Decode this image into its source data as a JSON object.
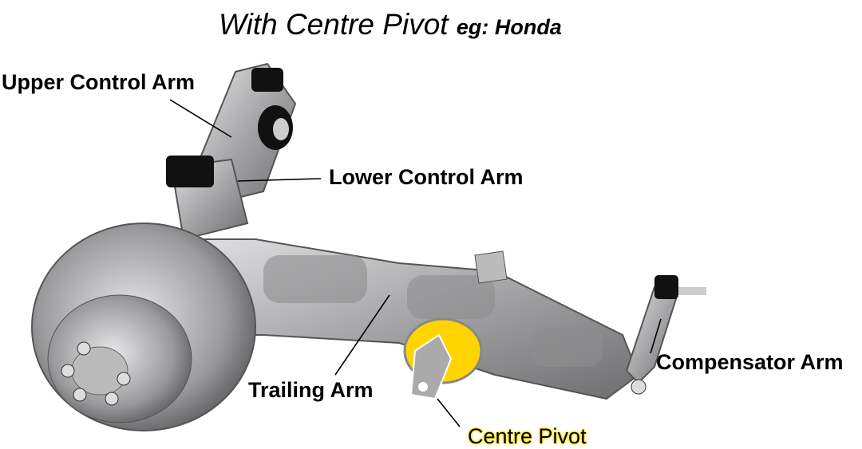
{
  "subtitle": {
    "main": "With Centre Pivot",
    "example": "eg: Honda"
  },
  "labels": {
    "upper_control_arm": "Upper Control Arm",
    "lower_control_arm": "Lower Control Arm",
    "trailing_arm": "Trailing Arm",
    "compensator_arm": "Compensator Arm",
    "centre_pivot": "Centre Pivot"
  },
  "colors": {
    "metal": "#a9a9ab",
    "bushing": "#111111",
    "highlight": "#ffd400"
  }
}
